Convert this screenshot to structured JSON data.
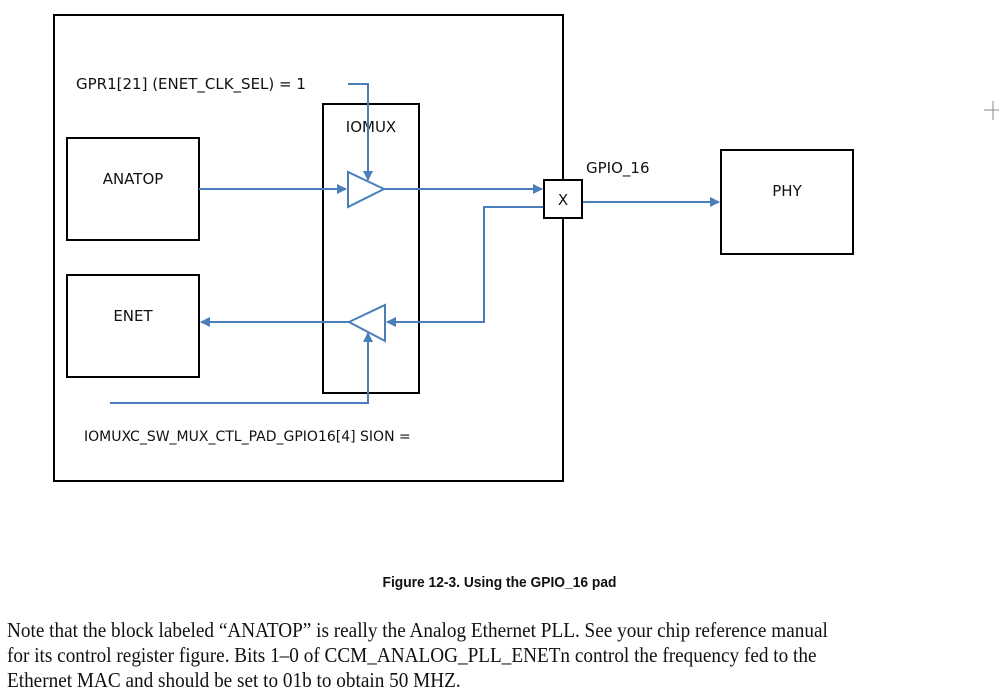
{
  "diagram": {
    "blocks": {
      "anatop": "ANATOP",
      "enet": "ENET",
      "iomux": "IOMUX",
      "pad_switch": "X",
      "phy": "PHY"
    },
    "signals": {
      "gpr_label": "GPR1[21] (ENET_CLK_SEL) = 1",
      "sion_label": "IOMUXC_SW_MUX_CTL_PAD_GPIO16[4] SION =",
      "pad_label": "GPIO_16"
    },
    "colors": {
      "wire": "#4a7ebb",
      "outline": "#000000"
    }
  },
  "caption": "Figure 12-3. Using the GPIO_16 pad",
  "paragraph": {
    "lines": [
      "Note that the block labeled “ANATOP” is really the Analog Ethernet PLL. See your chip reference manual",
      "for its control register figure. Bits 1–0 of CCM_ANALOG_PLL_ENETn control the frequency fed to the",
      "Ethernet MAC and should be set to 01b to obtain 50 MHZ."
    ]
  }
}
